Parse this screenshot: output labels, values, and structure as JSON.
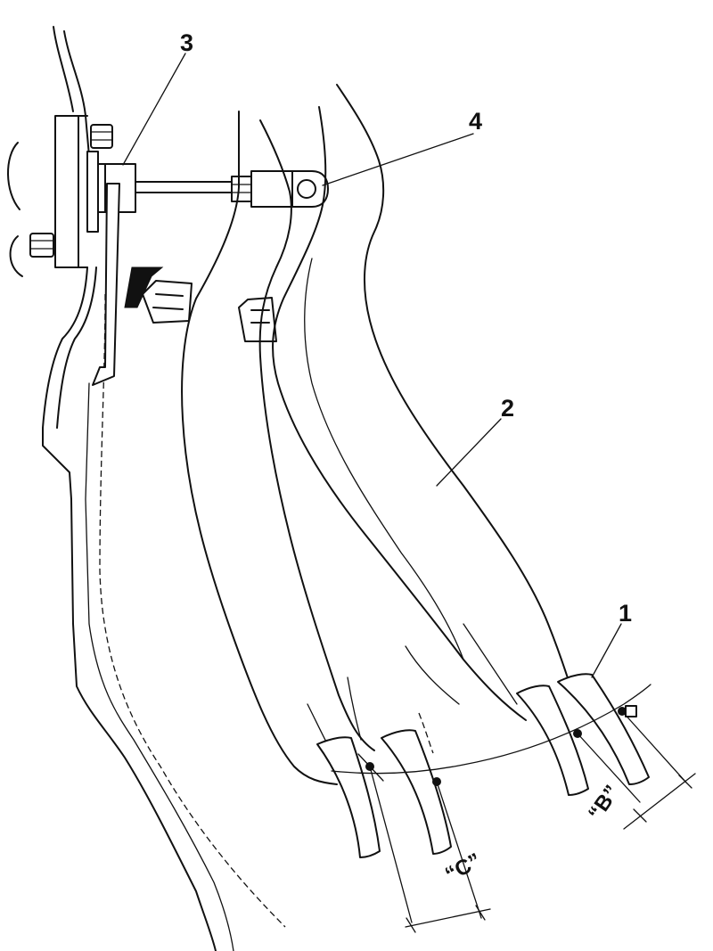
{
  "callouts": {
    "part_1": "1",
    "part_2": "2",
    "part_3": "3",
    "part_4": "4"
  },
  "dimensions": {
    "b": "“B”",
    "c": "“C”"
  }
}
